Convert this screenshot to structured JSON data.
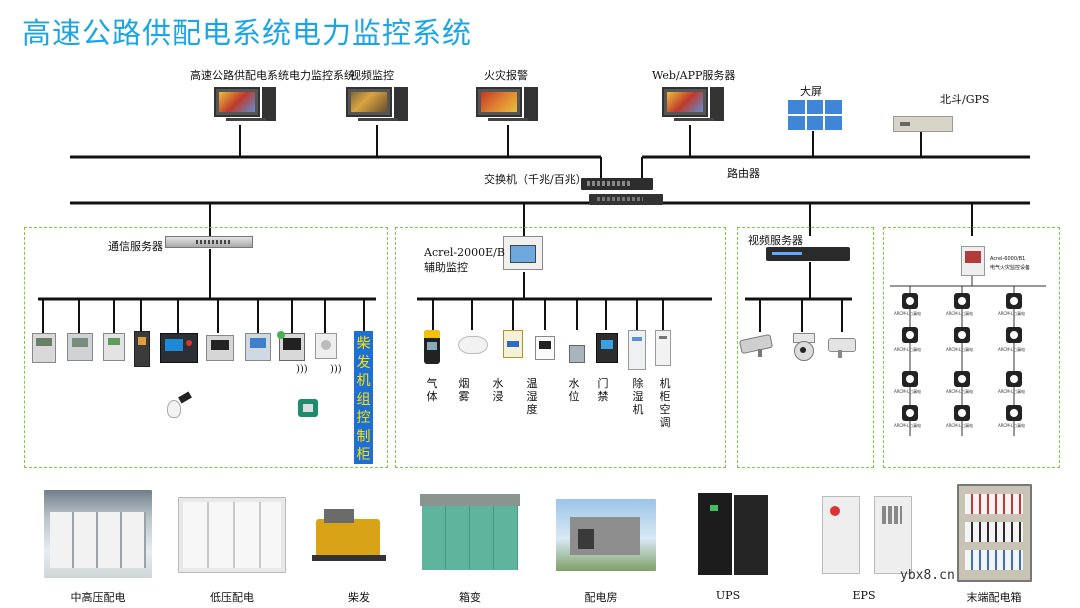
{
  "title": "高速公路供配电系统电力监控系统",
  "top_nodes": {
    "monitor_system": "高速公路供配电系统电力监控系统",
    "video_monitor": "视频监控",
    "fire_alarm": "火灾报警",
    "web_app_server": "Web/APP服务器",
    "big_screen": "大屏",
    "beidou_gps": "北斗/GPS"
  },
  "network": {
    "switch_label": "交换机（千兆/百兆）",
    "router_label": "路由器"
  },
  "zone_comm": {
    "server_label": "通信服务器",
    "cabinet_label": "柴发机组控制柜"
  },
  "zone_aux": {
    "device_label_line1": "Acrel-2000E/B",
    "device_label_line2": "辅助监控",
    "sensors": [
      "气体",
      "烟雾",
      "水浸",
      "温湿度",
      "水位",
      "门禁",
      "除湿机",
      "机柜空调"
    ]
  },
  "zone_video": {
    "server_label": "视频服务器"
  },
  "zone_fire": {
    "device_label_line1": "Acrel-6000/B1",
    "device_label_line2": "电气火灾监控设备",
    "sensor_label": "ARCM-L□漏电"
  },
  "equipment": [
    "中高压配电",
    "低压配电",
    "柴发",
    "箱变",
    "配电房",
    "UPS",
    "EPS",
    "末端配电箱"
  ],
  "watermark": "ybx8.cn",
  "colors": {
    "title": "#1aa6e6",
    "zone_border": "#7ec843",
    "cabinet_bg": "#1b6fd6",
    "cabinet_text": "#ffe100"
  }
}
